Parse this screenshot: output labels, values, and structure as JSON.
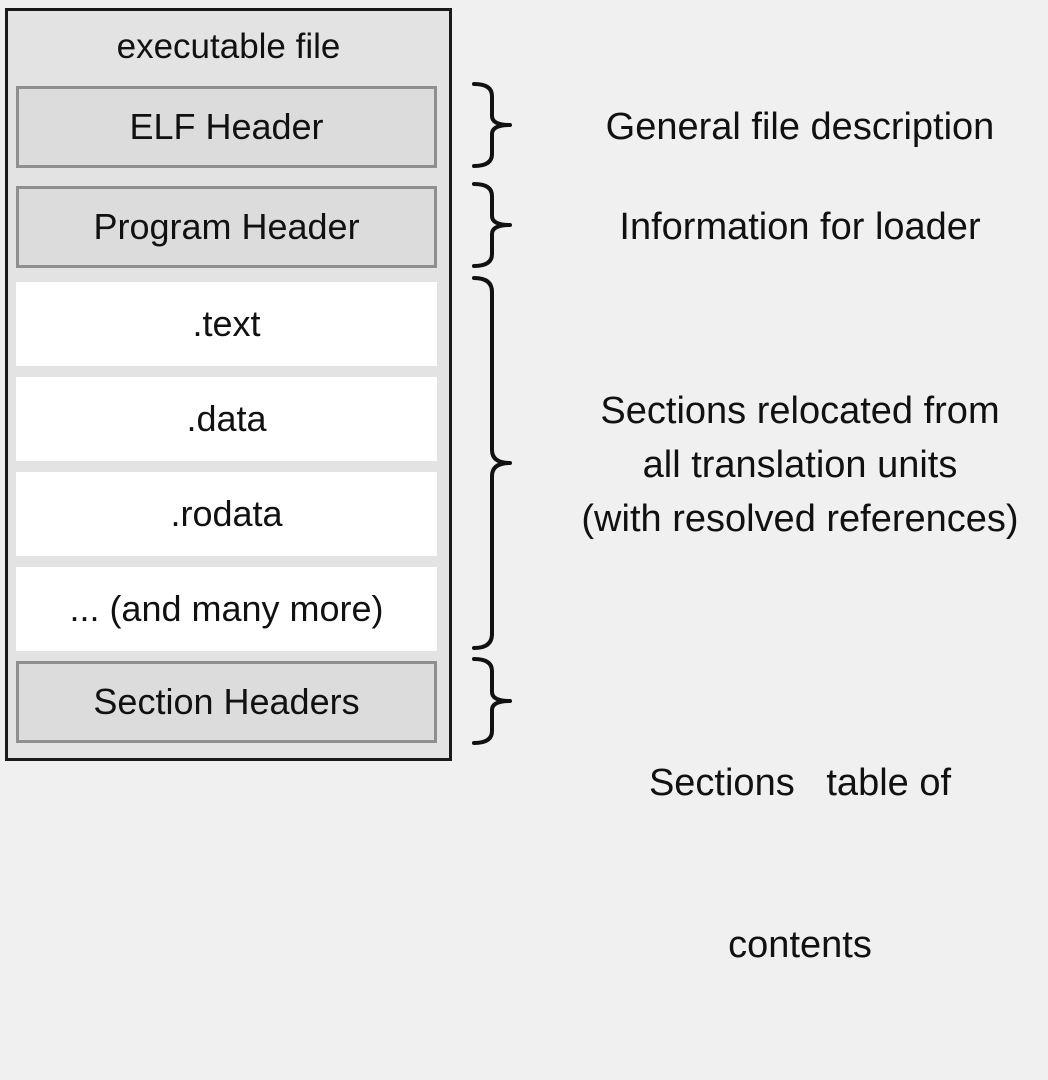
{
  "container": {
    "title": "executable file"
  },
  "blocks": {
    "elf_header": ".",
    "program_header": "Program Header",
    "text": ".text",
    "data": ".data",
    "rodata": ".rodata",
    "more": "... (and many more)",
    "section_headers": "Section Headers"
  },
  "descriptions": {
    "general": "General file description",
    "loader": "Information for loader",
    "sections_1": "Sections relocated from",
    "sections_2": "all translation units",
    "sections_3": "(with resolved references)",
    "toc_1": "Sections   table of",
    "toc_2": "contents"
  },
  "colors": {
    "background": "#f0f0f0",
    "header_block": "#dcdcdc",
    "section_block": "#ffffff",
    "outer_frame": "#1a1a1a"
  }
}
